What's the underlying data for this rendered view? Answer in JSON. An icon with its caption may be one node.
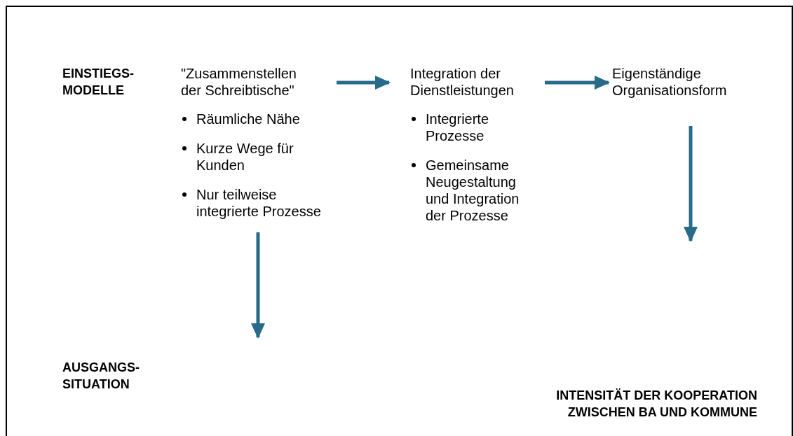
{
  "diagram": {
    "nodes": [
      {
        "text": [
          "\"Zusammenstellen der Schreibtische\"",
          "Räumliche Nähe",
          "Kurze Wege für Kunden",
          "Nur teilweise integrierte Prozesse"
        ]
      },
      {
        "text": [
          "Integration der Dienstleistungen",
          "Integrierte Prozesse",
          "Gemeinsame Neugestaltung und Integration der Prozesse"
        ]
      },
      {
        "text": [
          "Eigenständige Organisationsform"
        ]
      }
    ],
    "edges": [
      {
        "from": 0,
        "to": 1,
        "arrow": "to"
      },
      {
        "from": 1,
        "to": 2,
        "arrow": "to"
      },
      {
        "from": 0,
        "to": null,
        "arrow": "to"
      },
      {
        "from": 2,
        "to": null,
        "arrow": "to"
      }
    ],
    "labels": [
      "EINSTIEGS- MODELLE",
      "AUSGANGS- SITUATION",
      "INTENSITÄT DER KOOPERATION ZWISCHEN BA UND KOMMUNE"
    ]
  }
}
